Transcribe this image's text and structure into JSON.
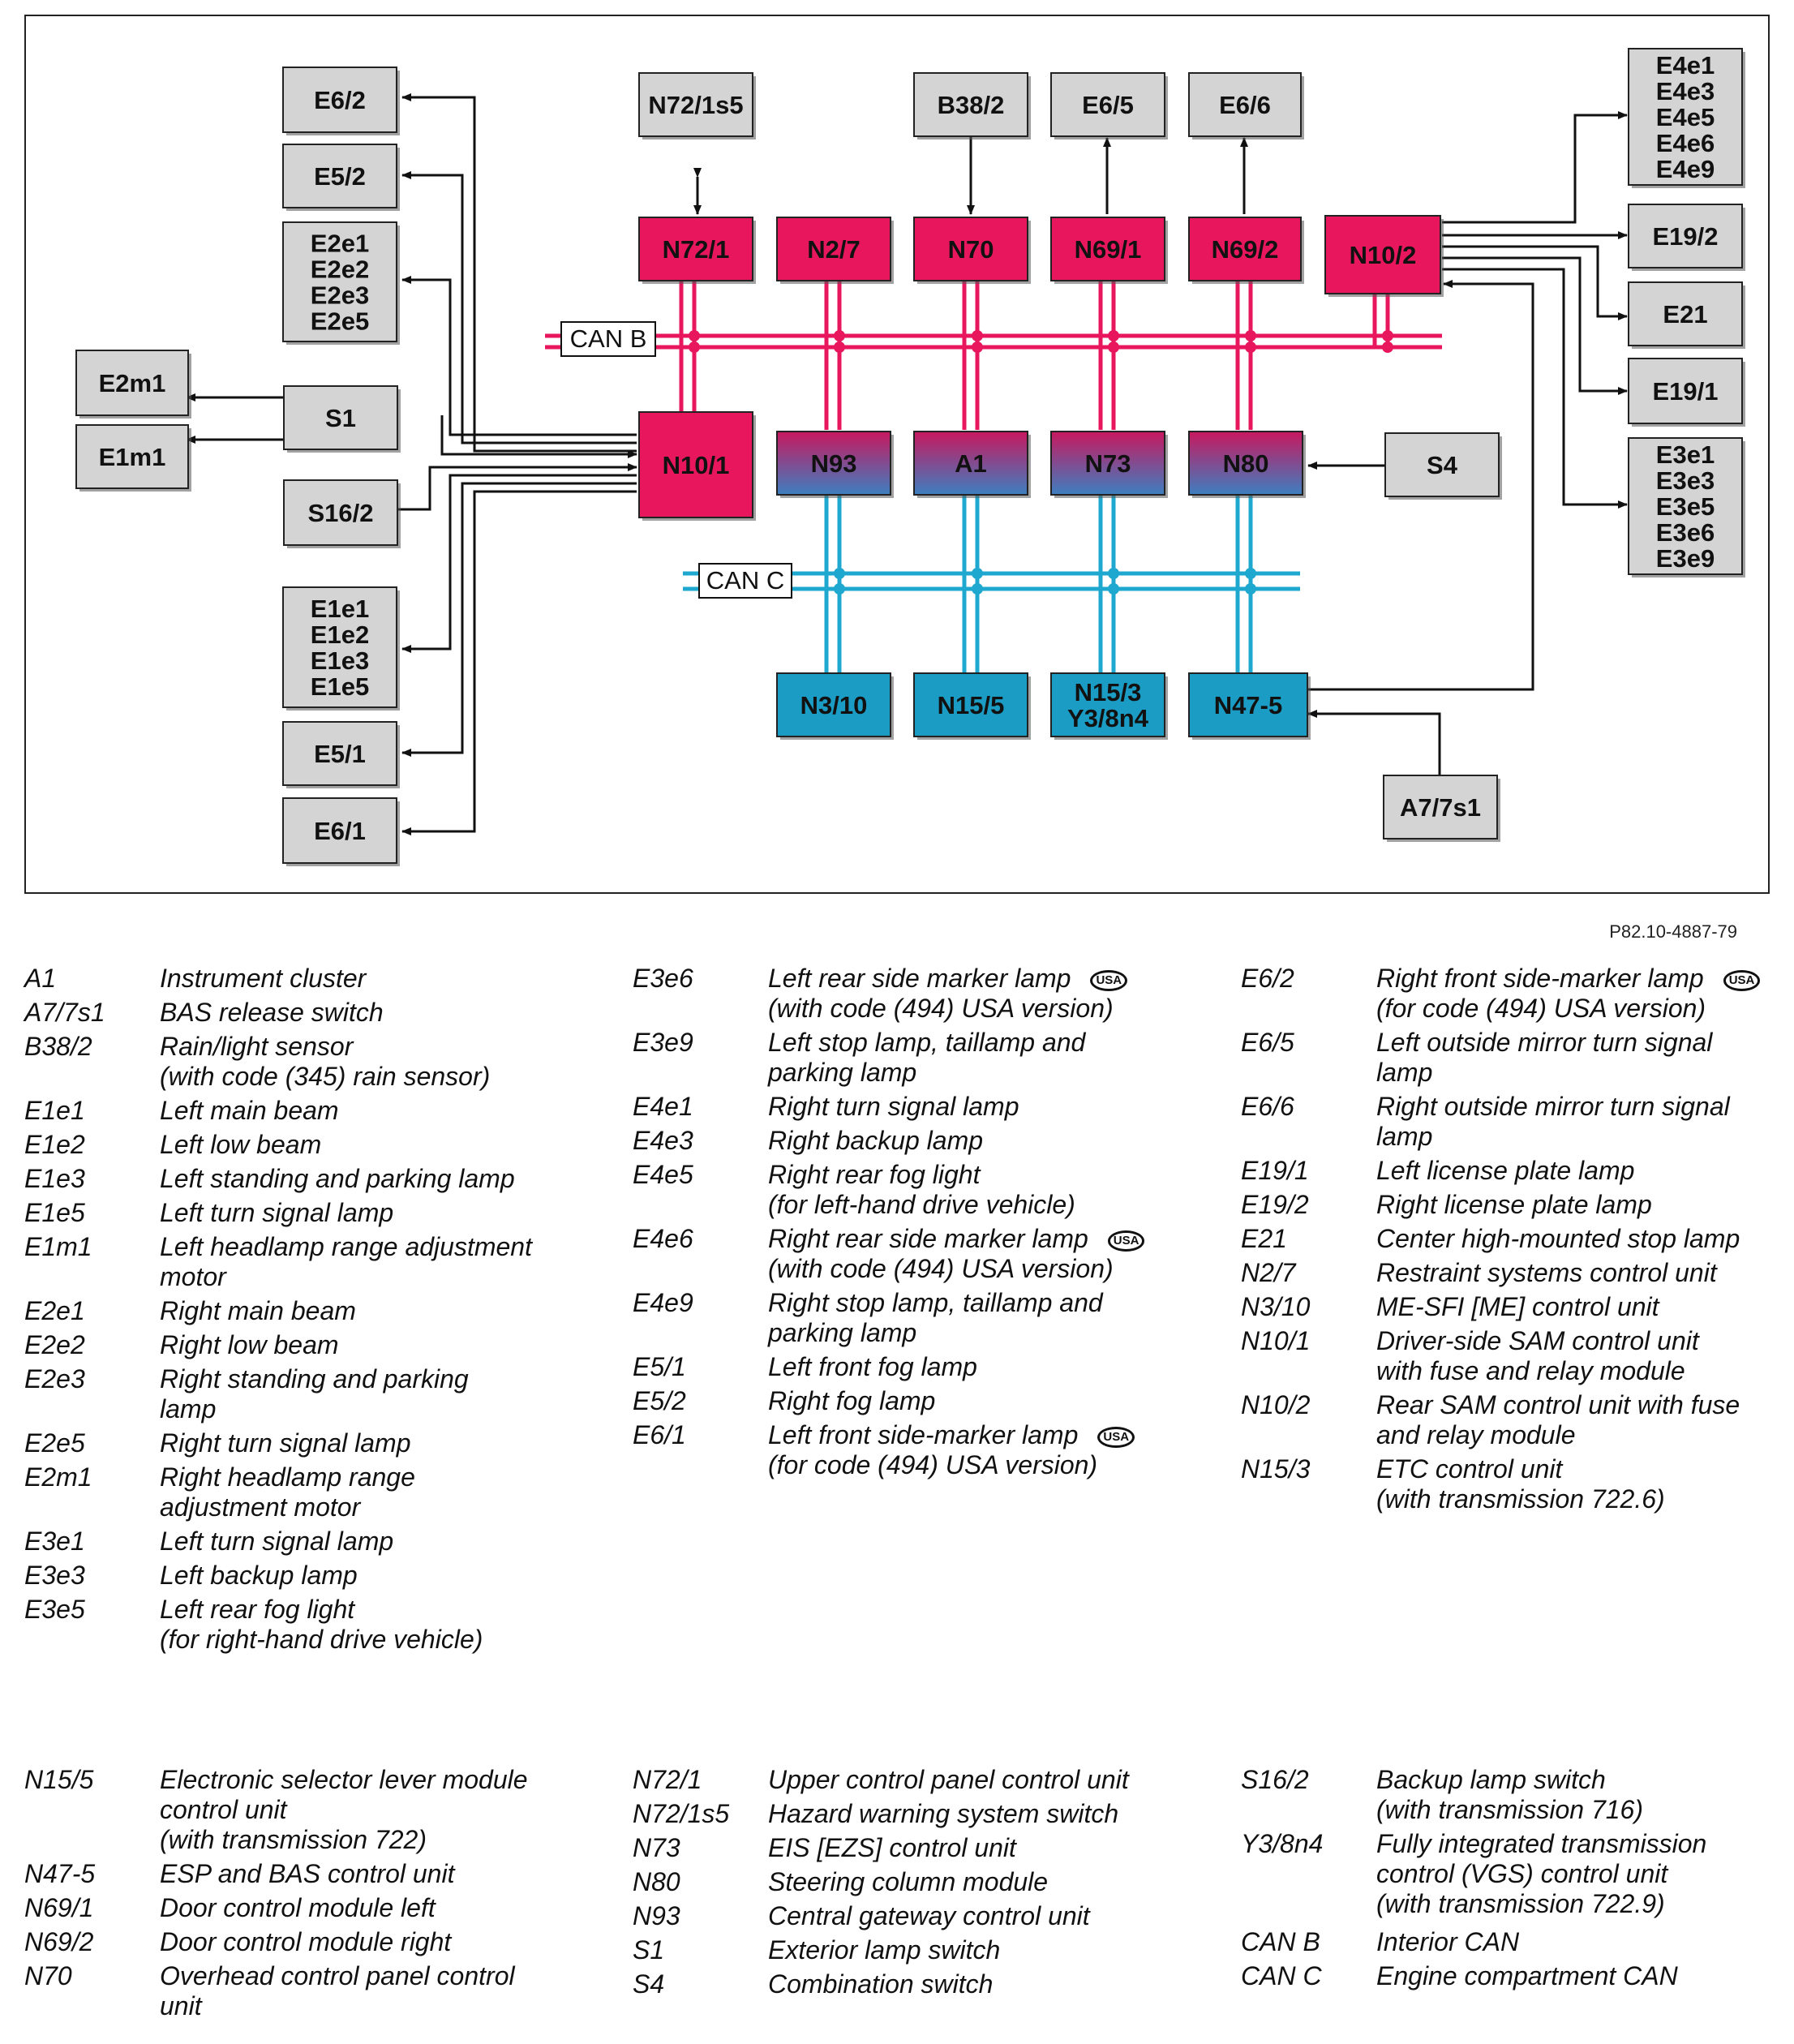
{
  "diagram": {
    "nodes": {
      "E6_2": "E6/2",
      "E5_2": "E5/2",
      "E2_group": [
        "E2e1",
        "E2e2",
        "E2e3",
        "E2e5"
      ],
      "E2m1": "E2m1",
      "E1m1": "E1m1",
      "S1": "S1",
      "S16_2": "S16/2",
      "E1_group": [
        "E1e1",
        "E1e2",
        "E1e3",
        "E1e5"
      ],
      "E5_1": "E5/1",
      "E6_1": "E6/1",
      "N72_1s5": "N72/1s5",
      "B38_2": "B38/2",
      "E6_5": "E6/5",
      "E6_6": "E6/6",
      "N72_1": "N72/1",
      "N2_7": "N2/7",
      "N70": "N70",
      "N69_1": "N69/1",
      "N69_2": "N69/2",
      "N10_2": "N10/2",
      "N10_1": "N10/1",
      "N93": "N93",
      "A1": "A1",
      "N73": "N73",
      "N80": "N80",
      "S4": "S4",
      "N3_10": "N3/10",
      "N15_5": "N15/5",
      "N15_3": [
        "N15/3",
        "Y3/8n4"
      ],
      "N47_5": "N47-5",
      "A7_7s1": "A7/7s1",
      "E4_group": [
        "E4e1",
        "E4e3",
        "E4e5",
        "E4e6",
        "E4e9"
      ],
      "E19_2": "E19/2",
      "E21": "E21",
      "E19_1": "E19/1",
      "E3_group": [
        "E3e1",
        "E3e3",
        "E3e5",
        "E3e6",
        "E3e9"
      ]
    },
    "bus_labels": {
      "can_b": "CAN B",
      "can_c": "CAN C"
    },
    "colors": {
      "can_b_module": "#E8175D",
      "can_c_module": "#1B9CC4",
      "gateway_gradient_top": "#C8185F",
      "gateway_gradient_bottom": "#3D7FC0",
      "peripheral_fill": "#D4D4D4",
      "can_b_line": "#E8175D",
      "can_c_line": "#1FA8CF"
    }
  },
  "figure_ref": "P82.10-4887-79",
  "legend": {
    "block1": {
      "col1": [
        {
          "code": "A1",
          "lines": [
            "Instrument cluster"
          ]
        },
        {
          "code": "A7/7s1",
          "lines": [
            "BAS release switch"
          ]
        },
        {
          "code": "B38/2",
          "lines": [
            "Rain/light sensor",
            "(with code (345) rain sensor)"
          ]
        },
        {
          "code": "E1e1",
          "lines": [
            "Left main beam"
          ]
        },
        {
          "code": "E1e2",
          "lines": [
            "Left low beam"
          ]
        },
        {
          "code": "E1e3",
          "lines": [
            "Left standing and parking lamp"
          ]
        },
        {
          "code": "E1e5",
          "lines": [
            "Left turn signal lamp"
          ]
        },
        {
          "code": "E1m1",
          "lines": [
            "Left headlamp range adjustment",
            "motor"
          ]
        },
        {
          "code": "E2e1",
          "lines": [
            "Right main beam"
          ]
        },
        {
          "code": "E2e2",
          "lines": [
            "Right low beam"
          ]
        },
        {
          "code": "E2e3",
          "lines": [
            "Right standing and parking",
            "lamp"
          ]
        },
        {
          "code": "E2e5",
          "lines": [
            "Right turn signal lamp"
          ]
        },
        {
          "code": "E2m1",
          "lines": [
            "Right headlamp range",
            "adjustment motor"
          ]
        },
        {
          "code": "E3e1",
          "lines": [
            "Left turn signal lamp"
          ]
        },
        {
          "code": "E3e3",
          "lines": [
            "Left backup lamp"
          ]
        },
        {
          "code": "E3e5",
          "lines": [
            "Left rear fog light",
            "(for right-hand drive vehicle)"
          ]
        }
      ],
      "col2": [
        {
          "code": "E3e6",
          "lines": [
            "Left rear side marker lamp",
            "(with code (494) USA version)"
          ],
          "usa": "USA"
        },
        {
          "code": "E3e9",
          "lines": [
            "Left stop lamp, taillamp and",
            "parking lamp"
          ]
        },
        {
          "code": "E4e1",
          "lines": [
            "Right turn signal lamp"
          ]
        },
        {
          "code": "E4e3",
          "lines": [
            "Right backup lamp"
          ]
        },
        {
          "code": "E4e5",
          "lines": [
            "Right rear fog light",
            "(for left-hand drive vehicle)"
          ]
        },
        {
          "code": "E4e6",
          "lines": [
            "Right rear side marker lamp",
            "(with code (494) USA version)"
          ],
          "usa": "USA"
        },
        {
          "code": "E4e9",
          "lines": [
            "Right stop lamp, taillamp and",
            "parking lamp"
          ]
        },
        {
          "code": "E5/1",
          "lines": [
            "Left front fog lamp"
          ]
        },
        {
          "code": "E5/2",
          "lines": [
            "Right fog lamp"
          ]
        },
        {
          "code": "E6/1",
          "lines": [
            "Left front side-marker lamp",
            "(for code (494) USA version)"
          ],
          "usa": "USA"
        }
      ],
      "col3": [
        {
          "code": "E6/2",
          "lines": [
            "Right front side-marker lamp",
            " (for code (494) USA version)"
          ],
          "usa": "USA"
        },
        {
          "code": "E6/5",
          "lines": [
            "Left outside mirror turn signal",
            "lamp"
          ]
        },
        {
          "code": "E6/6",
          "lines": [
            "Right outside mirror turn signal",
            "lamp"
          ]
        },
        {
          "code": "E19/1",
          "lines": [
            "Left license plate lamp"
          ]
        },
        {
          "code": "E19/2",
          "lines": [
            "Right license plate lamp"
          ]
        },
        {
          "code": "E21",
          "lines": [
            "Center high-mounted stop lamp"
          ]
        },
        {
          "code": "N2/7",
          "lines": [
            "Restraint systems control unit"
          ]
        },
        {
          "code": "N3/10",
          "lines": [
            "ME-SFI [ME] control unit"
          ]
        },
        {
          "code": "N10/1",
          "lines": [
            "Driver-side SAM control unit",
            "with fuse and relay module"
          ]
        },
        {
          "code": "N10/2",
          "lines": [
            "Rear SAM control unit with fuse",
            "and relay module"
          ]
        },
        {
          "code": "N15/3",
          "lines": [
            "ETC control unit",
            "(with transmission 722.6)"
          ]
        }
      ]
    },
    "block2": {
      "col1": [
        {
          "code": "N15/5",
          "lines": [
            "Electronic selector lever module",
            "control unit",
            "(with transmission 722)"
          ]
        },
        {
          "code": "N47-5",
          "lines": [
            "ESP and BAS control unit"
          ]
        },
        {
          "code": "N69/1",
          "lines": [
            "Door control module left"
          ]
        },
        {
          "code": "N69/2",
          "lines": [
            "Door control module right"
          ]
        },
        {
          "code": "N70",
          "lines": [
            "Overhead control panel control",
            "unit"
          ]
        }
      ],
      "col2": [
        {
          "code": "N72/1",
          "lines": [
            "Upper control panel control unit"
          ]
        },
        {
          "code": "N72/1s5",
          "lines": [
            "Hazard warning system switch"
          ]
        },
        {
          "code": "N73",
          "lines": [
            "EIS [EZS] control unit"
          ]
        },
        {
          "code": "N80",
          "lines": [
            "Steering column module"
          ]
        },
        {
          "code": "N93",
          "lines": [
            "Central gateway control unit"
          ]
        },
        {
          "code": "S1",
          "lines": [
            "Exterior lamp switch"
          ]
        },
        {
          "code": "S4",
          "lines": [
            "Combination switch"
          ]
        }
      ],
      "col3": [
        {
          "code": "S16/2",
          "lines": [
            "Backup lamp switch",
            "(with transmission 716)"
          ]
        },
        {
          "code": "Y3/8n4",
          "lines": [
            "Fully integrated transmission",
            "control (VGS) control unit",
            "(with transmission 722.9)"
          ]
        },
        {
          "code": "",
          "lines": [
            ""
          ]
        },
        {
          "code": "CAN B",
          "lines": [
            "Interior CAN"
          ]
        },
        {
          "code": "CAN C",
          "lines": [
            "Engine compartment CAN"
          ]
        }
      ]
    }
  }
}
